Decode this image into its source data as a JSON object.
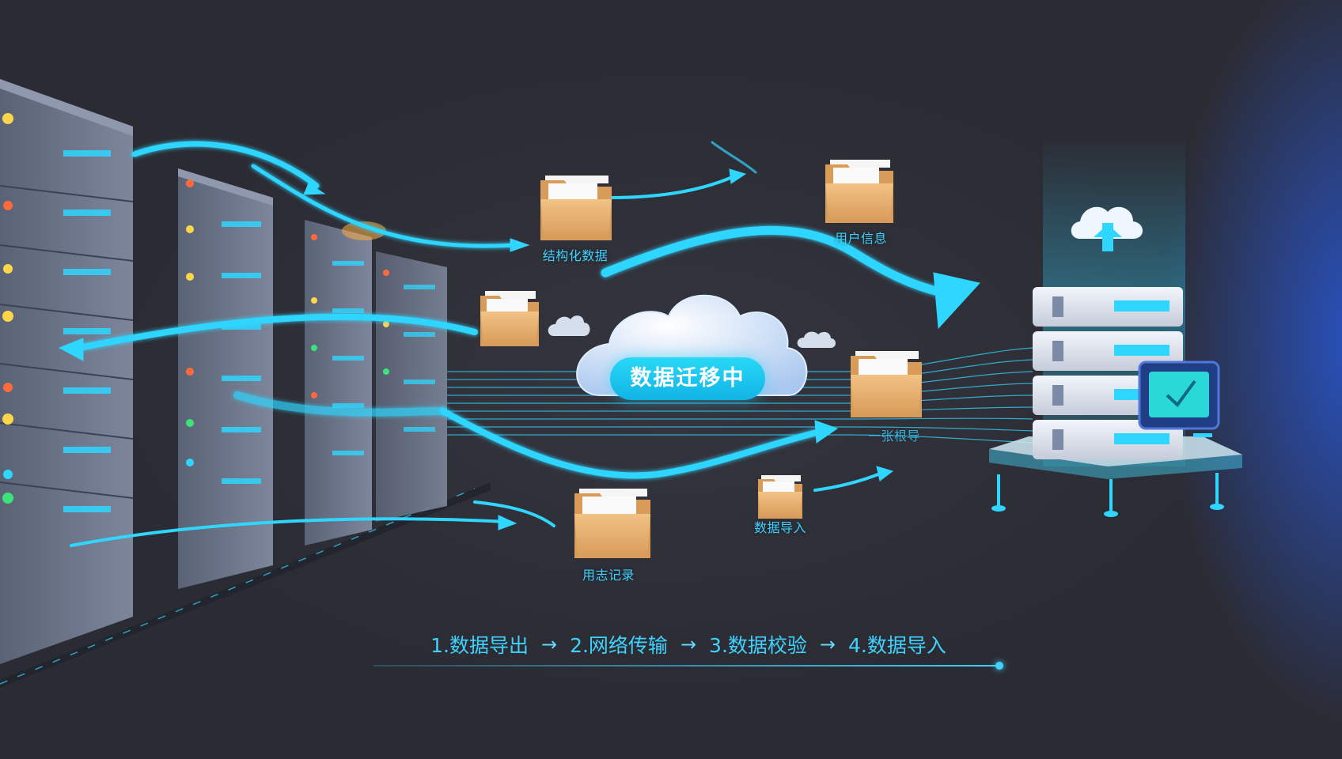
{
  "center": {
    "label": "数据迁移中"
  },
  "items": [
    {
      "label": "结构化数据"
    },
    {
      "label": "用户信息"
    },
    {
      "label": ""
    },
    {
      "label": "用志记录"
    },
    {
      "label": "数据导入"
    },
    {
      "label": "一张根导"
    }
  ],
  "steps": [
    {
      "label": "1.数据导出"
    },
    {
      "label": "2.网络传输"
    },
    {
      "label": "3.数据校验"
    },
    {
      "label": "4.数据导入"
    }
  ],
  "arrow": "→",
  "colors": {
    "accent": "#3fd2ff",
    "folder": "#e7b06f",
    "background": "#2e2e36",
    "glow_blue": "#2858dc"
  }
}
